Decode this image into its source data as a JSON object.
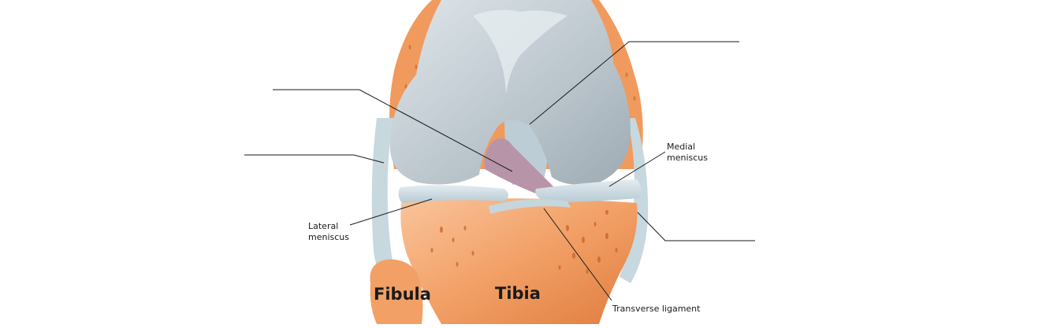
{
  "labels": {
    "medial_meniscus": [
      "Medial",
      "meniscus"
    ],
    "lateral_meniscus": [
      "Lateral",
      "meniscus"
    ],
    "transverse_ligament": "Transverse ligament",
    "fibula": "Fibula",
    "tibia": "Tibia"
  },
  "colors": {
    "bone_orange": "#f19a5d",
    "bone_light": "#f6b98a",
    "bone_dark": "#d9753a",
    "femur_gray": "#b7c2c9",
    "femur_light": "#d3dbe0",
    "meniscus": "#c9dbe3",
    "ligament": "#b9cbd3",
    "acl_purple": "#b894a9",
    "leader_line": "#1a1a1a"
  }
}
